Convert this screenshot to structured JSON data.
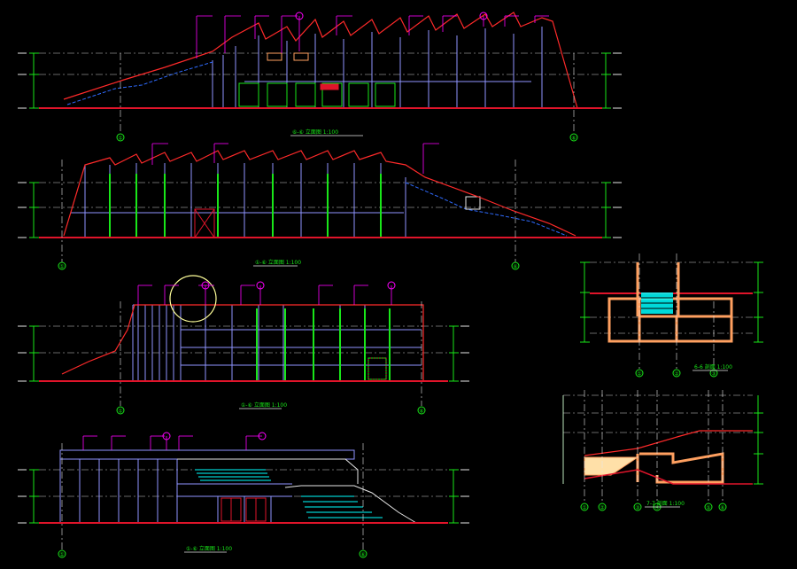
{
  "colors": {
    "background": "#000000",
    "roof": "#ff2a2a",
    "ground": "#e0142a",
    "structure": "#8f95ff",
    "mullion_green": "#19e619",
    "leader": "#ff00ff",
    "annotation": "#ffff00",
    "axis_dim": "#e6e6e6",
    "stair_blue": "#2f6bff",
    "section_fill": "#ffa060",
    "cyan": "#00ffff",
    "highlight_circle": "#ffff99"
  },
  "drawing_titles": {
    "elevation_1": "⑥-⑥ 立面图 1:100",
    "elevation_2": "①-⑥ 立面图 1:100",
    "elevation_3": "①-⑥ 立面图 1:100",
    "elevation_4": "①-⑥ 立面图 1:100",
    "section_6": "6-6 剖面 1:100",
    "section_7": "7-7 剖面 1:100"
  },
  "axis_labels": {
    "e1_left": "①",
    "e1_right": "⑥",
    "e2_left": "①",
    "e2_right": "⑥",
    "e3_left": "①",
    "e3_right": "⑥",
    "e4_left": "①",
    "e4_right": "⑥",
    "s6_a": "①",
    "s6_b": "②",
    "s6_c": "③",
    "s7_a": "①",
    "s7_b": "②",
    "s7_c": "③",
    "s7_d": "④",
    "s7_e": "⑤",
    "s7_f": "⑥"
  }
}
